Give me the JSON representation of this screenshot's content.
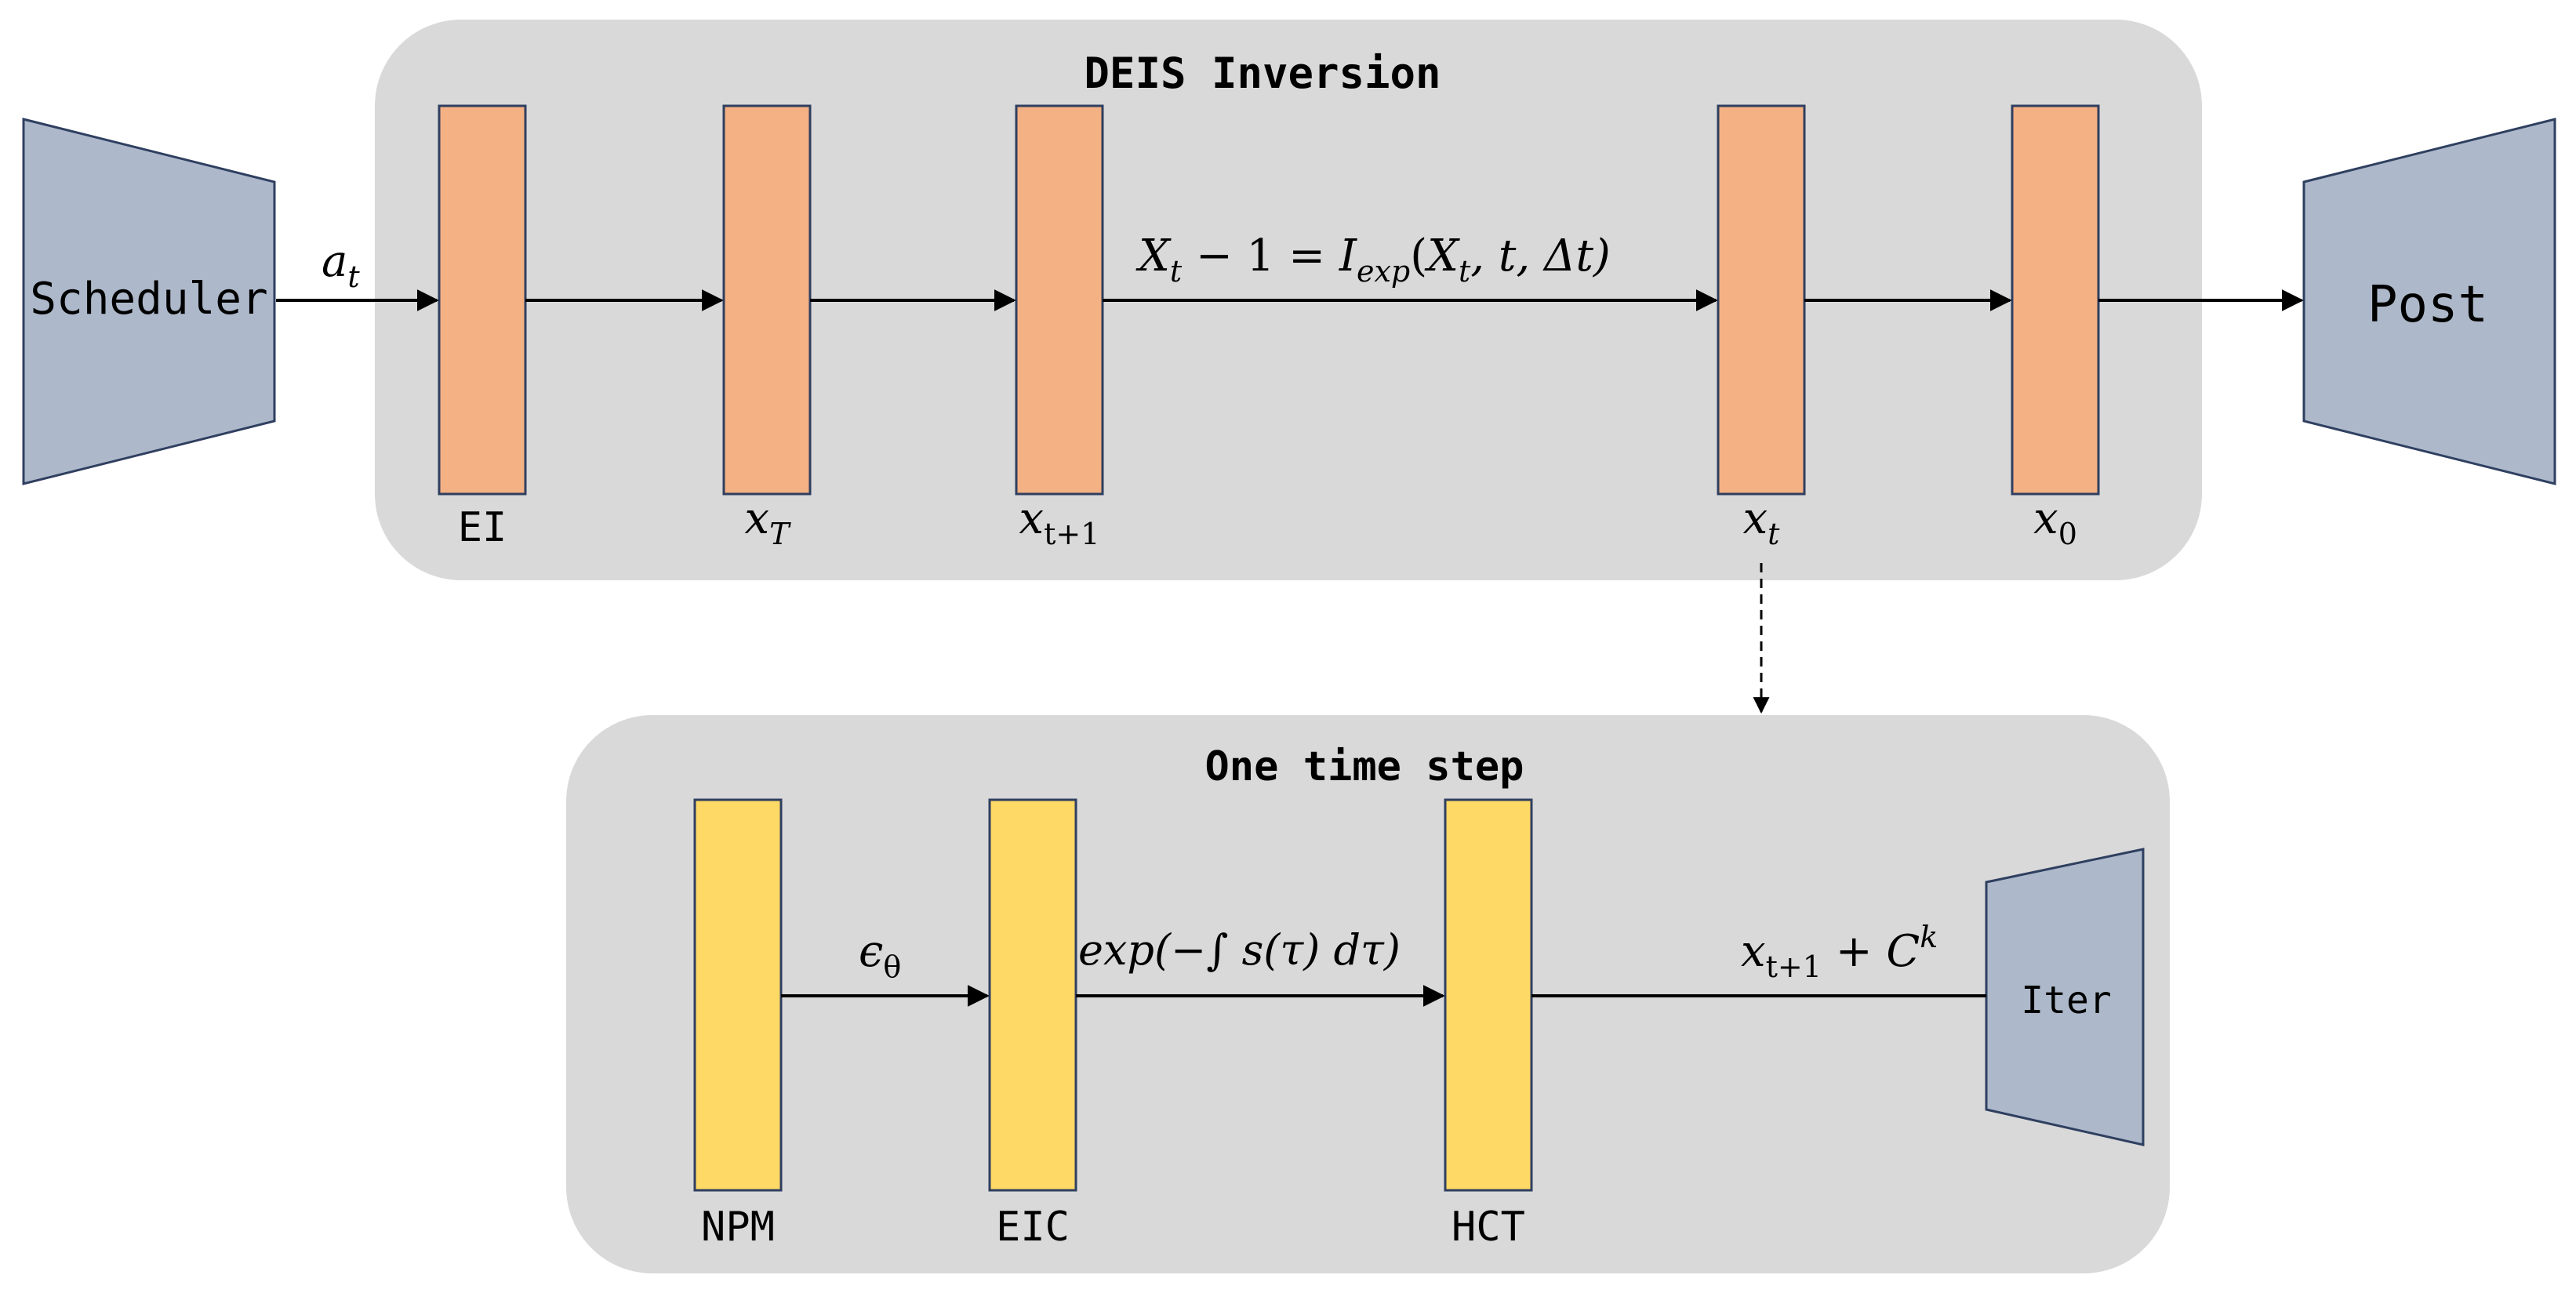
{
  "top_panel": {
    "title": "DEIS Inversion",
    "input_edge_label": {
      "base": "a",
      "sub": "t"
    },
    "blocks": [
      {
        "id": "ei",
        "label": "EI"
      },
      {
        "id": "xT",
        "label": {
          "base": "x",
          "sub": "T"
        }
      },
      {
        "id": "xt1",
        "label": {
          "base": "x",
          "sub": "t+1"
        }
      },
      {
        "id": "xt",
        "label": {
          "base": "x",
          "sub": "t"
        }
      },
      {
        "id": "x0",
        "label": {
          "base": "x",
          "sub": "0"
        }
      }
    ],
    "update_formula": {
      "X1": "X",
      "X1_sub": "t",
      "minus_one": " − 1 = ",
      "I": "I",
      "I_sub": "exp",
      "args_open": "(",
      "X2": "X",
      "X2_sub": "t",
      "rest": ", t, Δt)"
    }
  },
  "left_module": {
    "label": "Scheduler"
  },
  "right_module": {
    "label": "Post"
  },
  "bottom_panel": {
    "title": "One time step",
    "blocks": [
      {
        "id": "npm",
        "label": "NPM"
      },
      {
        "id": "eic",
        "label": "EIC"
      },
      {
        "id": "hct",
        "label": "HCT"
      }
    ],
    "edge_eps": {
      "base": "ϵ",
      "sub": "θ"
    },
    "edge_exp": "exp(−∫ s(τ) dτ)",
    "edge_iter": {
      "base": "x",
      "sub": "t+1",
      "plus": " + C",
      "sup": "k"
    },
    "iter_module": {
      "label": "Iter"
    }
  },
  "colors": {
    "panel_bg": "#d9d9d9",
    "orange_block": "#f4b183",
    "yellow_block": "#ffd966",
    "trapezoid": "#adb9ca",
    "outline": "#2f3f60",
    "arrow": "#000000"
  }
}
